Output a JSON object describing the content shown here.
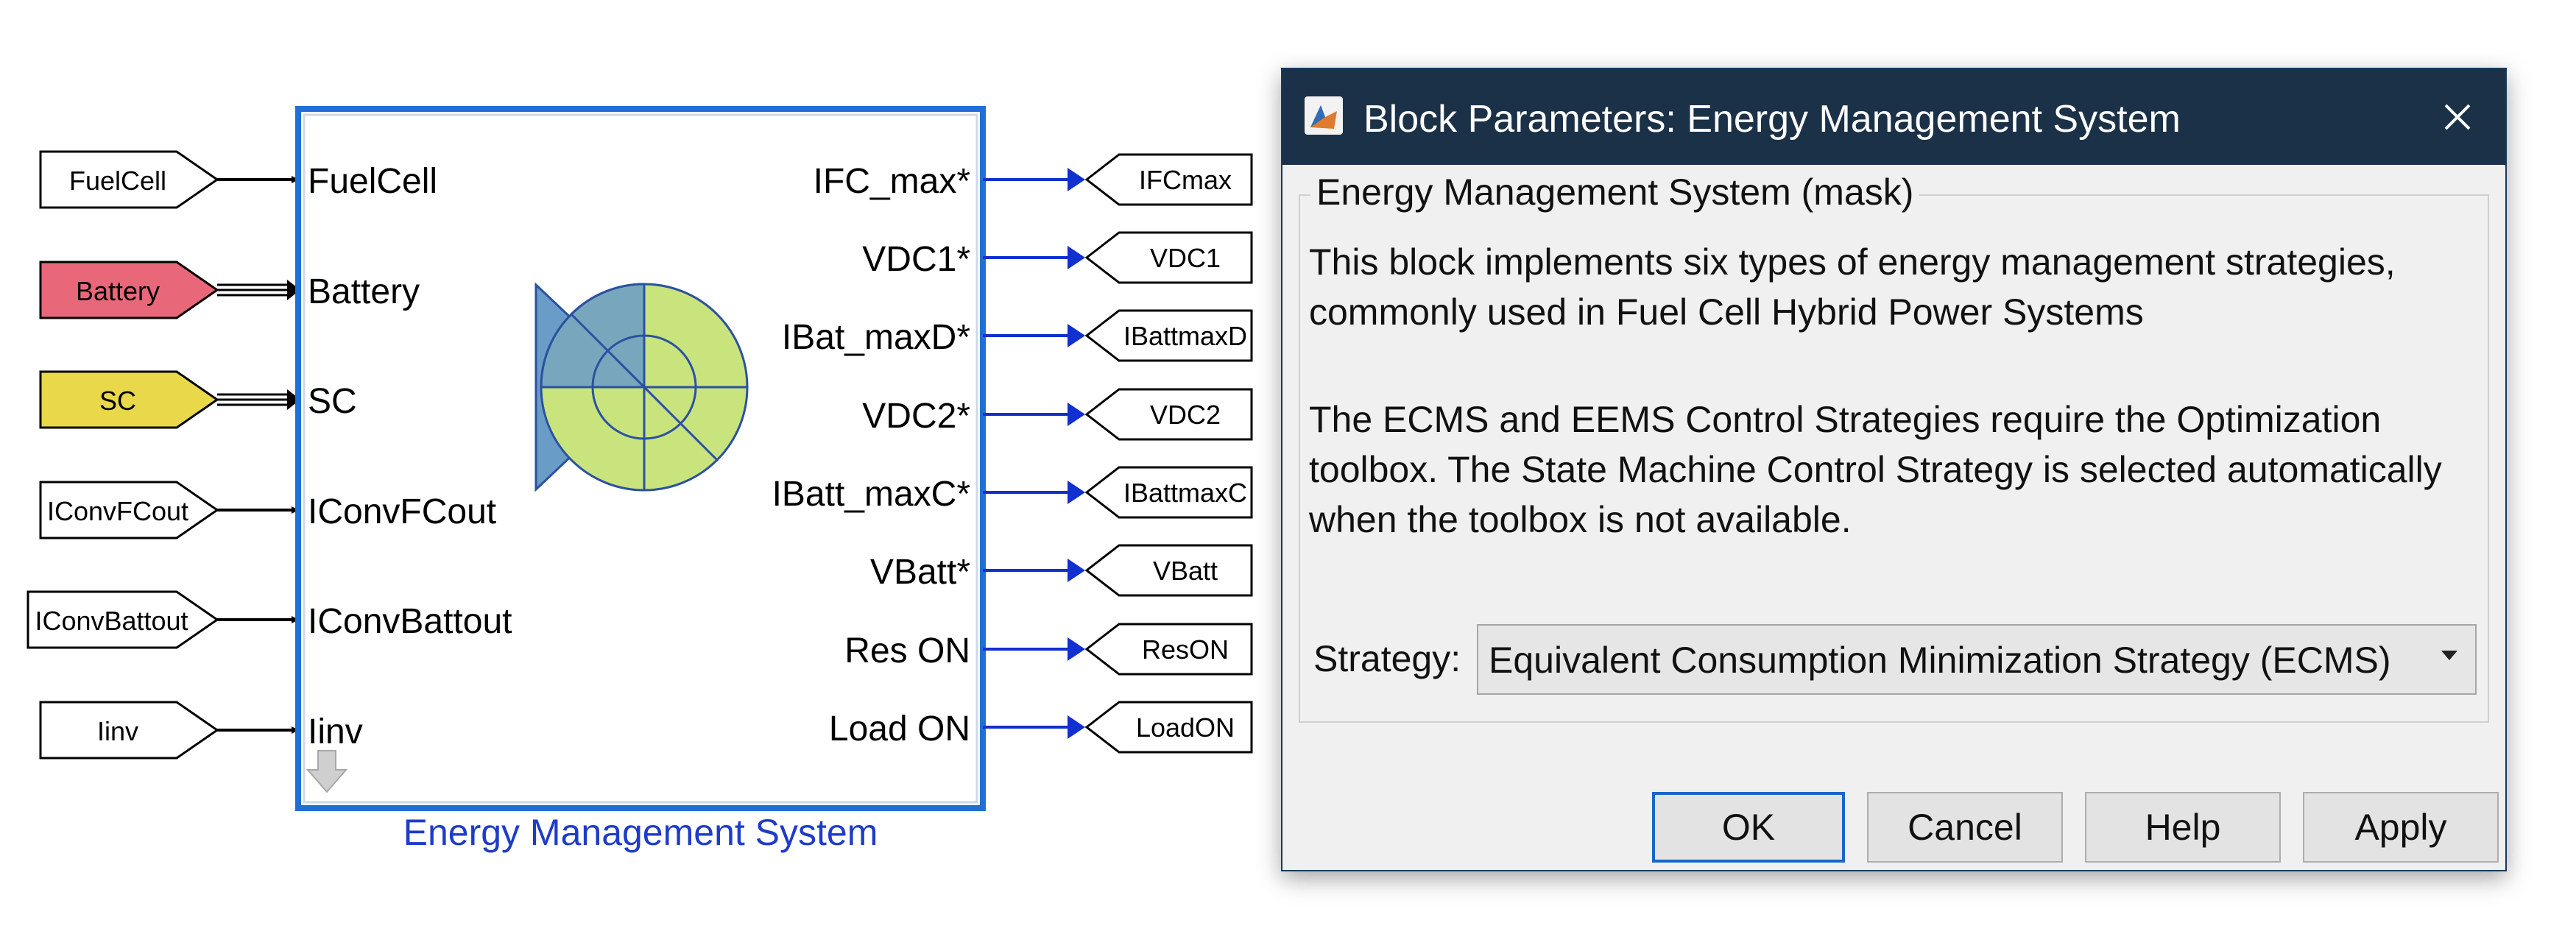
{
  "diagram": {
    "block_caption": "Energy Management System",
    "inputs": [
      {
        "tag": "FuelCell",
        "port": "FuelCell",
        "style": "plain"
      },
      {
        "tag": "Battery",
        "port": "Battery",
        "style": "battery"
      },
      {
        "tag": "SC",
        "port": "SC",
        "style": "sc"
      },
      {
        "tag": "IConvFCout",
        "port": "IConvFCout",
        "style": "plain"
      },
      {
        "tag": "IConvBattout",
        "port": "IConvBattout",
        "style": "plain"
      },
      {
        "tag": "Iinv",
        "port": "Iinv",
        "style": "plain"
      }
    ],
    "outputs": [
      {
        "port": "IFC_max*",
        "tag": "IFCmax"
      },
      {
        "port": "VDC1*",
        "tag": "VDC1"
      },
      {
        "port": "IBat_maxD*",
        "tag": "IBattmaxD"
      },
      {
        "port": "VDC2*",
        "tag": "VDC2"
      },
      {
        "port": "IBatt_maxC*",
        "tag": "IBattmaxC"
      },
      {
        "port": "VBatt*",
        "tag": "VBatt"
      },
      {
        "port": "Res ON",
        "tag": "ResON"
      },
      {
        "port": "Load ON",
        "tag": "LoadON"
      }
    ],
    "colors": {
      "battery_tag": "#e8687a",
      "sc_tag": "#e8d84a",
      "block_border": "#1f6fd6",
      "output_line": "#1030d0",
      "caption": "#1e3cc8",
      "icon_green": "#c9e37d",
      "icon_blue": "#6a9cc8"
    }
  },
  "dialog": {
    "title": "Block Parameters: Energy Management System",
    "close_icon": "close-icon",
    "group_title": "Energy Management System (mask)",
    "description_lines": [
      "This block implements six types of energy management strategies,",
      "commonly used in Fuel Cell Hybrid Power Systems",
      "",
      "The ECMS and EEMS Control Strategies require the Optimization",
      "toolbox. The State Machine Control Strategy is selected automatically",
      "when the toolbox is not available."
    ],
    "strategy_label": "Strategy:",
    "strategy_value": "Equivalent Consumption Minimization Strategy (ECMS)",
    "buttons": {
      "ok": "OK",
      "cancel": "Cancel",
      "help": "Help",
      "apply": "Apply"
    },
    "colors": {
      "titlebar": "#1b3148",
      "default_button_border": "#1966c8"
    }
  }
}
